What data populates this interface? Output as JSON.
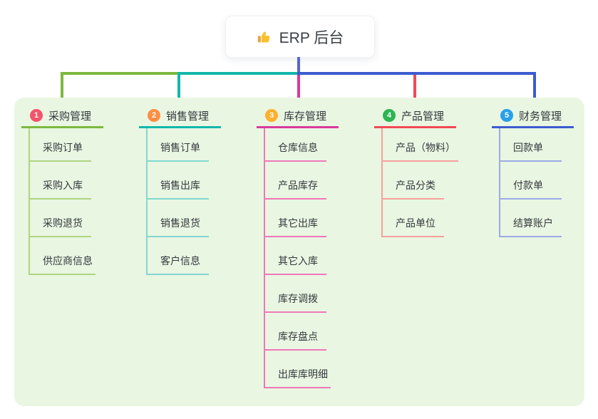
{
  "root": {
    "label": "ERP 后台",
    "icon": "thumbs-up-icon"
  },
  "connectors": {
    "root_drop_color": "#5565d6"
  },
  "canvas": {
    "background": "#ffffff",
    "panel_color": "#e9f6e2"
  },
  "branches": [
    {
      "index": "1",
      "label": "采购管理",
      "badge_color": "#f4546a",
      "line_color": "#7cb93f",
      "child_line_color": "#aed581",
      "items": [
        "采购订单",
        "采购入库",
        "采购退货",
        "供应商信息"
      ]
    },
    {
      "index": "2",
      "label": "销售管理",
      "badge_color": "#ff8e42",
      "line_color": "#12b7ab",
      "child_line_color": "#82d7cf",
      "items": [
        "销售订单",
        "销售出库",
        "销售退货",
        "客户信息"
      ]
    },
    {
      "index": "3",
      "label": "库存管理",
      "badge_color": "#ffb02e",
      "line_color": "#d83a9b",
      "child_line_color": "#ef79b8",
      "items": [
        "仓库信息",
        "产品库存",
        "其它出库",
        "其它入库",
        "库存调拨",
        "库存盘点",
        "出库库明细"
      ]
    },
    {
      "index": "4",
      "label": "产品管理",
      "badge_color": "#2db553",
      "line_color": "#f04a55",
      "child_line_color": "#f7a09b",
      "items": [
        "产品（物料）",
        "产品分类",
        "产品单位"
      ]
    },
    {
      "index": "5",
      "label": "财务管理",
      "badge_color": "#2aa0ea",
      "line_color": "#3c5bd0",
      "child_line_color": "#9aace4",
      "items": [
        "回款单",
        "付款单",
        "结算账户"
      ]
    }
  ]
}
